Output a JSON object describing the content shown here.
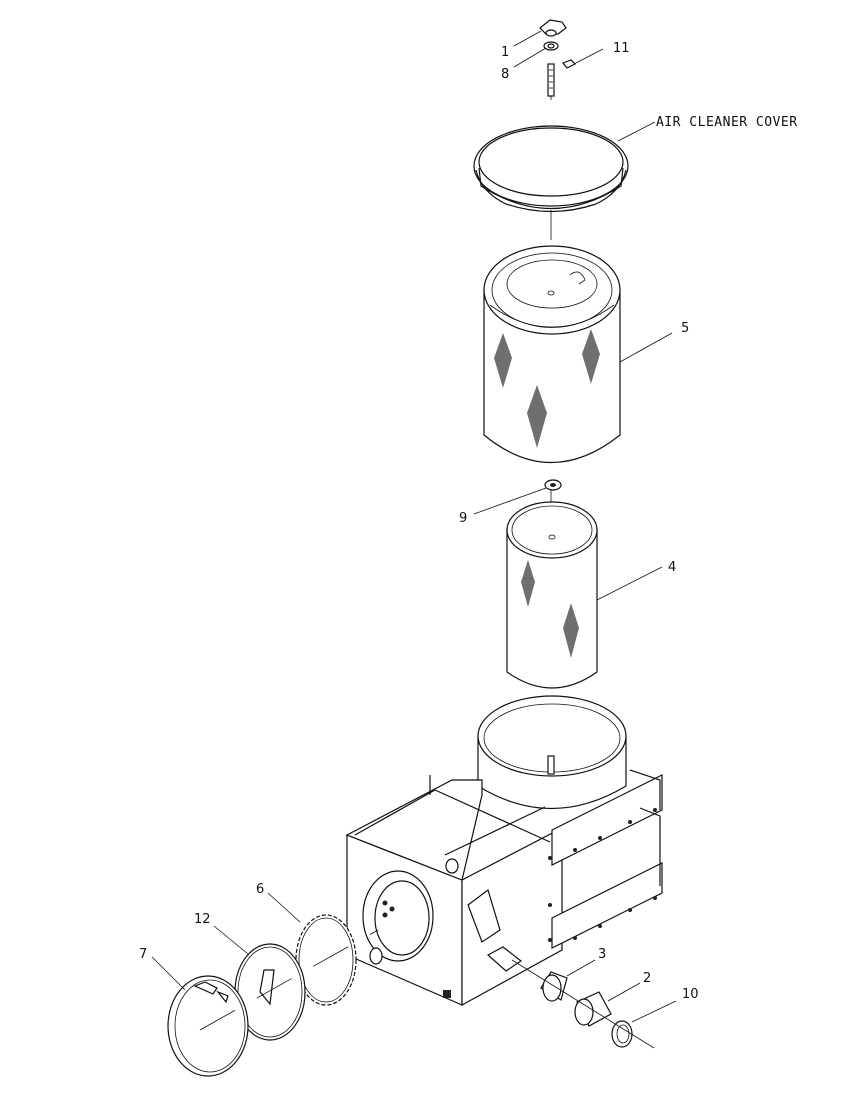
{
  "diagram": {
    "title_label": "AIR CLEANER COVER",
    "callouts": [
      "1",
      "8",
      "11",
      "5",
      "9",
      "4",
      "6",
      "12",
      "7",
      "3",
      "2",
      "10"
    ]
  }
}
